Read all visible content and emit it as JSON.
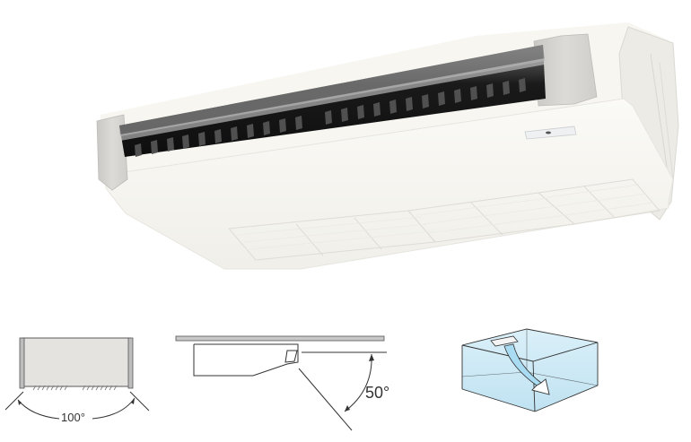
{
  "product": {
    "name": "ceiling-suspended-air-conditioner",
    "colors": {
      "body": "#f5f4ee",
      "side_panel": "#d4d3cf",
      "louver_dark": "#1b1b1b",
      "vane": "#4a4a4a",
      "grille": "#e9e8e3"
    }
  },
  "diagrams": [
    {
      "id": "horizontal-spread",
      "label": "100°"
    },
    {
      "id": "vertical-swing",
      "label": "50°"
    },
    {
      "id": "room-airflow",
      "color": "#c6e6f4"
    }
  ]
}
